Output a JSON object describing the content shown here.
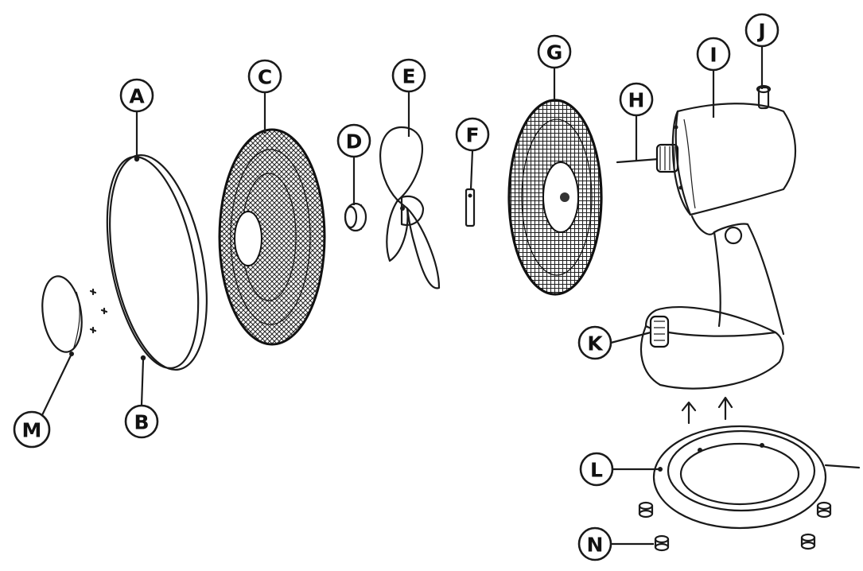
{
  "diagram": {
    "labels": {
      "A": "A",
      "B": "B",
      "C": "C",
      "D": "D",
      "E": "E",
      "F": "F",
      "G": "G",
      "H": "H",
      "I": "I",
      "J": "J",
      "K": "K",
      "L": "L",
      "M": "M",
      "N": "N"
    }
  }
}
